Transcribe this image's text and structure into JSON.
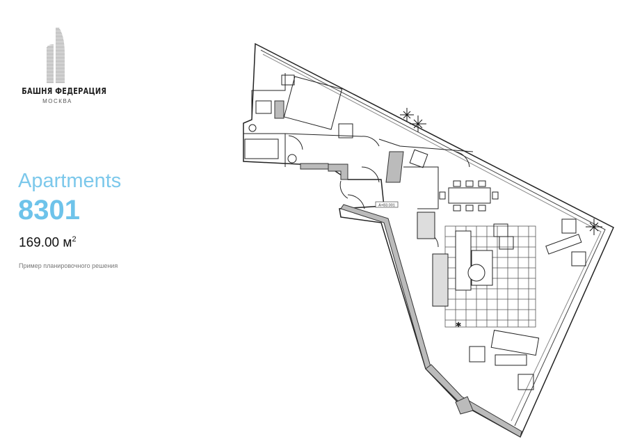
{
  "logo": {
    "brand": "БАШНЯ ФЕДЕРАЦИЯ",
    "city": "МОСКВА"
  },
  "title": "Apartments",
  "number": "8301",
  "area": {
    "value": "169.00 м",
    "unit_sup": "2"
  },
  "note": "Пример планировочного решения",
  "plan": {
    "room_label": "A+83.001"
  }
}
